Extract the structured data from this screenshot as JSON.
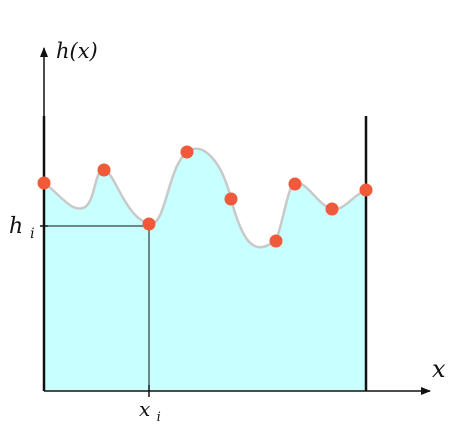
{
  "labels": {
    "y_axis": "h(x)",
    "x_axis": "x",
    "height_marker": "h",
    "height_subscript": "i",
    "position_marker": "x",
    "position_subscript": "i"
  },
  "colors": {
    "fill": "#c8ffff",
    "curve": "#c9c9c9",
    "point": "#f05a3a",
    "axis": "#111111"
  }
}
